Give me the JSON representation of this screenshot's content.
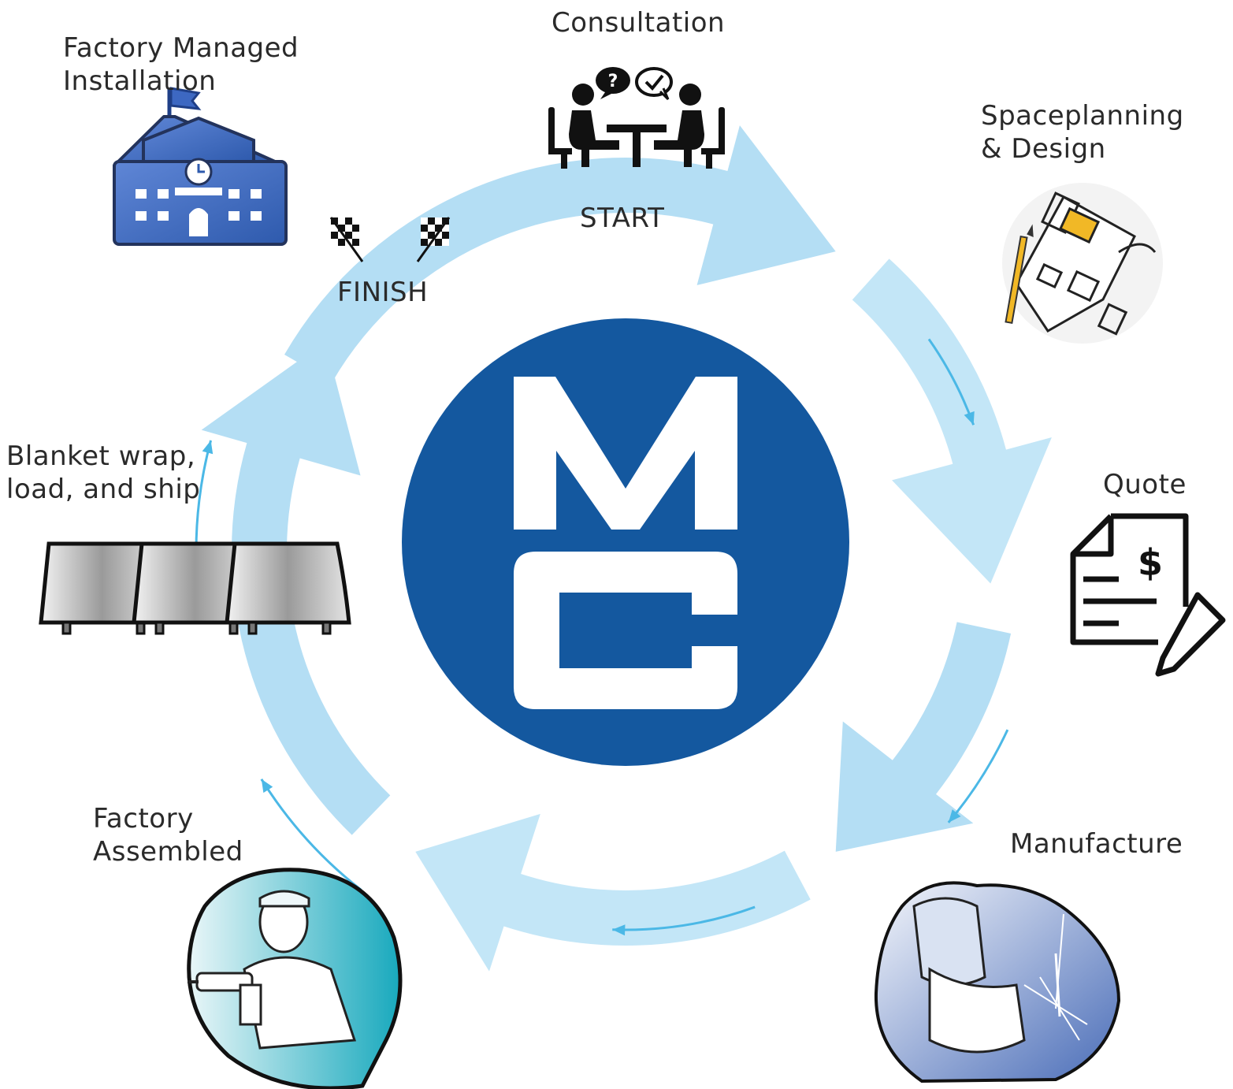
{
  "logo": {
    "letters": "MC",
    "color": "#14589f"
  },
  "colors": {
    "arrow": "#b9e2f6",
    "arrow_light": "#d9f0fb",
    "small_arrow": "#4bb8e6"
  },
  "steps": [
    {
      "label": "Consultation",
      "icon": "meeting-icon"
    },
    {
      "label": "Spaceplanning\n& Design",
      "icon": "floor-plan-icon"
    },
    {
      "label": "Quote",
      "icon": "quote-document-icon"
    },
    {
      "label": "Manufacture",
      "icon": "welder-icon"
    },
    {
      "label": "Factory\nAssembled",
      "icon": "worker-drill-icon"
    },
    {
      "label": "Blanket wrap,\nload, and ship",
      "icon": "blanket-wrapped-tables-icon"
    },
    {
      "label": "Factory Managed\nInstallation",
      "icon": "school-building-icon"
    }
  ],
  "markers": {
    "start": "START",
    "finish": "FINISH"
  }
}
